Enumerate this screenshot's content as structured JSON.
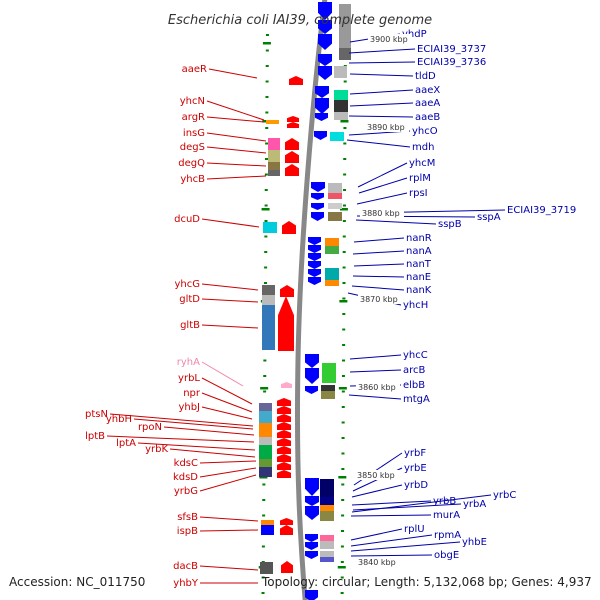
{
  "title": "Escherichia coli IAI39, complete genome",
  "footer": {
    "accession": "Accession: NC_011750",
    "topology": "Topology: circular; Length: 5,132,068 bp; Genes: 4,937"
  },
  "colors": {
    "left_label": "#cc0000",
    "left_faded_label": "#ee88aa",
    "right_label": "#0000aa",
    "forward_arrow": "#ff0000",
    "reverse_arrow": "#0000ff",
    "backbone": "#888888",
    "tick": "#008000"
  },
  "kbp_marks": [
    "3900 kbp",
    "3890 kbp",
    "3880 kbp",
    "3870 kbp",
    "3860 kbp",
    "3850 kbp",
    "3840 kbp"
  ],
  "left_genes": [
    "aaeR",
    "yhcN",
    "argR",
    "insG",
    "degS",
    "degQ",
    "yhcB",
    "dcuD",
    "yhcG",
    "gltD",
    "gltB",
    "ryhA",
    "yrbL",
    "npr",
    "yhbJ",
    "ptsN",
    "yhbH",
    "rpoN",
    "lptB",
    "lptA",
    "yrbK",
    "kdsC",
    "kdsD",
    "yrbG",
    "sfsB",
    "ispB",
    "dacB",
    "yhbY"
  ],
  "right_genes": [
    "yhdP",
    "ECIAI39_3737",
    "ECIAI39_3736",
    "tldD",
    "aaeX",
    "aaeA",
    "aaeB",
    "yhcO",
    "mdh",
    "yhcM",
    "rplM",
    "rpsI",
    "ECIAI39_3719",
    "sspA",
    "sspB",
    "nanR",
    "nanA",
    "nanT",
    "nanE",
    "nanK",
    "yhcH",
    "yhcC",
    "arcB",
    "elbB",
    "mtgA",
    "yrbF",
    "yrbE",
    "yrbD",
    "yrbC",
    "yrbB",
    "yrbA",
    "murA",
    "rplU",
    "rpmA",
    "yhbE",
    "obgE"
  ]
}
